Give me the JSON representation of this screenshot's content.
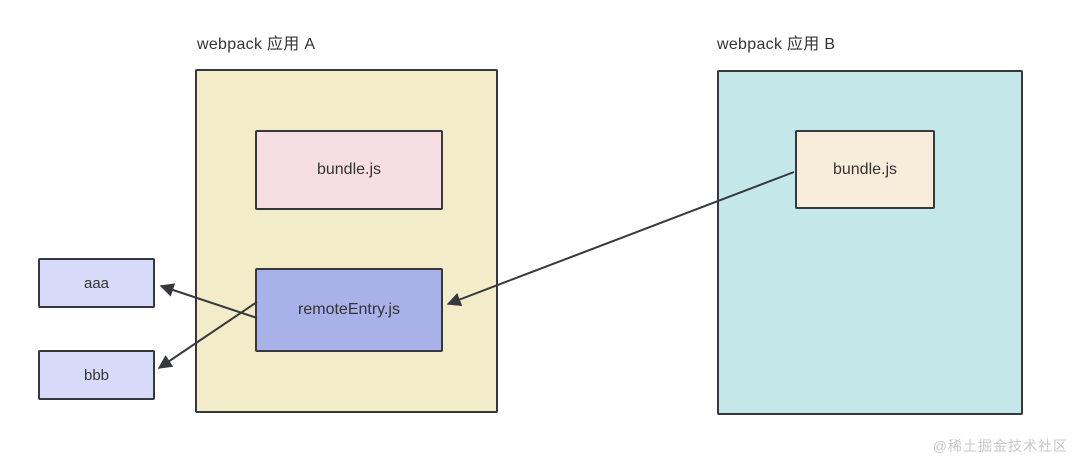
{
  "diagram": {
    "title_a": "webpack 应用 A",
    "title_b": "webpack 应用 B",
    "app_a": {
      "bundle_label": "bundle.js",
      "remote_entry_label": "remoteEntry.js"
    },
    "app_b": {
      "bundle_label": "bundle.js"
    },
    "module_aaa": "aaa",
    "module_bbb": "bbb",
    "edges": [
      {
        "from": "remoteEntry.js",
        "to": "aaa"
      },
      {
        "from": "remoteEntry.js",
        "to": "bbb"
      },
      {
        "from": "webpack 应用 B bundle.js",
        "to": "remoteEntry.js"
      }
    ],
    "watermark": "@稀土掘金技术社区"
  },
  "colors": {
    "app_a_fill": "#f2ecc8",
    "app_b_fill": "#c4e8e9",
    "bundle_a_fill": "#f6dee2",
    "bundle_b_fill": "#f8ecda",
    "remote_entry_fill": "#a9b1e9",
    "module_fill": "#d7daf8",
    "border": "#35383c",
    "arrow": "#35383c",
    "text": "#333333",
    "watermark_text": "#c8c8c8"
  }
}
